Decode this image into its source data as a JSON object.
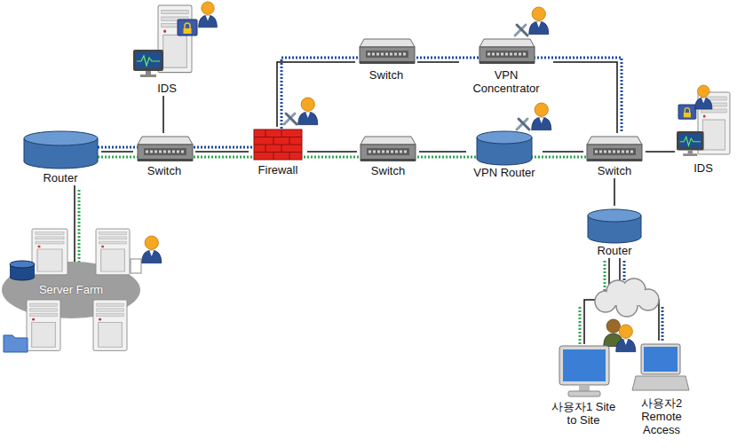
{
  "diagram": {
    "nodes": [
      {
        "text": [
          "IDS"
        ]
      },
      {
        "text": [
          "Switch"
        ]
      },
      {
        "text": [
          "VPN Concentrator"
        ]
      },
      {
        "text": [
          "Router"
        ]
      },
      {
        "text": [
          "Switch"
        ]
      },
      {
        "text": [
          "Firewall"
        ]
      },
      {
        "text": [
          "Switch"
        ]
      },
      {
        "text": [
          "VPN Router"
        ]
      },
      {
        "text": [
          "Switch"
        ]
      },
      {
        "text": [
          "IDS"
        ]
      },
      {
        "text": [
          "Router"
        ]
      },
      {
        "text": [
          "Server Farm"
        ]
      },
      {
        "text": [
          "사용자1 Site to Site"
        ]
      },
      {
        "text": [
          "사용자2 Remote Access"
        ]
      }
    ],
    "edges": [
      {
        "from": 0,
        "to": 4,
        "arrow": "none"
      },
      {
        "from": 3,
        "to": 4,
        "arrow": "none"
      },
      {
        "from": 4,
        "to": 5,
        "arrow": "none"
      },
      {
        "from": 5,
        "to": 1,
        "arrow": "none"
      },
      {
        "from": 1,
        "to": 2,
        "arrow": "none"
      },
      {
        "from": 2,
        "to": 8,
        "arrow": "none"
      },
      {
        "from": 5,
        "to": 6,
        "arrow": "none"
      },
      {
        "from": 6,
        "to": 7,
        "arrow": "none"
      },
      {
        "from": 7,
        "to": 8,
        "arrow": "none"
      },
      {
        "from": 8,
        "to": 9,
        "arrow": "none"
      },
      {
        "from": 8,
        "to": 10,
        "arrow": "none"
      },
      {
        "from": 3,
        "to": 11,
        "arrow": "none"
      },
      {
        "from": 10,
        "to": 12,
        "arrow": "none"
      },
      {
        "from": 10,
        "to": 13,
        "arrow": "none"
      }
    ]
  }
}
